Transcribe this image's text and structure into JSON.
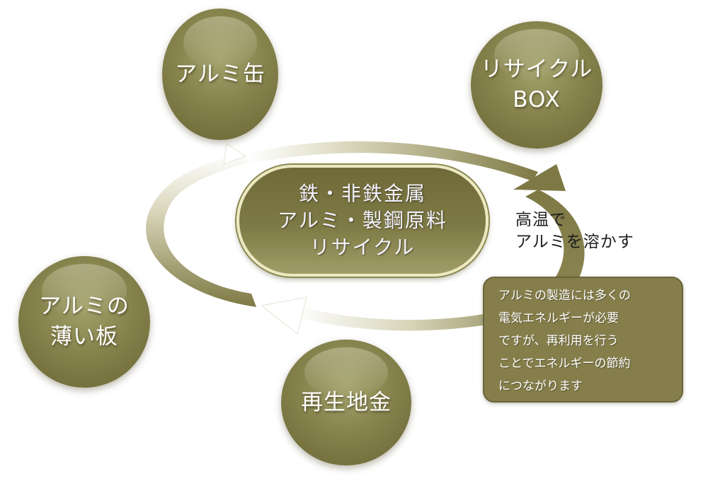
{
  "nodes": {
    "can": "アルミ缶",
    "box": "リサイクル\nBOX",
    "plate": "アルミの\n薄い板",
    "ingot": "再生地金"
  },
  "center": {
    "label": "鉄・非鉄金属\nアルミ・製鋼原料\nリサイクル"
  },
  "melt_caption": "高温で\nアルミを溶かす",
  "note": {
    "text": "アルミの製造には多くの\n電気エネルギーが必要\nですが、再利用を行う\nことでエネルギーの節約\nにつながります"
  },
  "colors": {
    "node_fill": "#86834d",
    "arrow_dark": "#7e7944",
    "arrow_light": "#ffffff",
    "pill_border": "#ece9c2",
    "note_fill": "#857e4b"
  }
}
